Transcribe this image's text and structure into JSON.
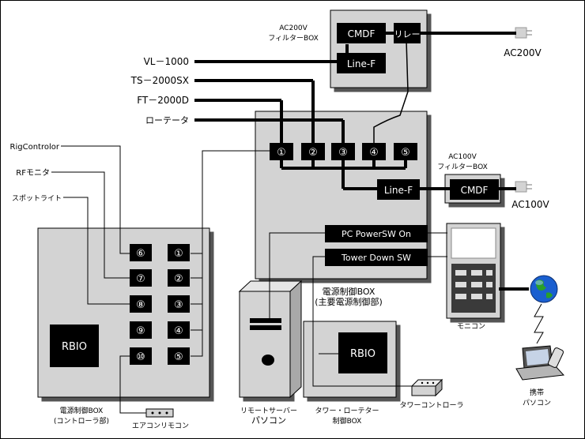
{
  "ac200_box": {
    "title_line1": "AC200V",
    "title_line2": "フィルターBOX",
    "cmdf": "CMDF",
    "relay": "リレー",
    "linef": "Line-F"
  },
  "ac200_plug_label": "AC200V",
  "inputs": [
    "VL－1000",
    "TS－2000SX",
    "FT－2000D",
    "ローテータ"
  ],
  "main_box": {
    "terminals": [
      "①",
      "②",
      "③",
      "④",
      "⑤"
    ],
    "linef": "Line-F",
    "pc_power": "PC PowerSW On",
    "tower_down": "Tower Down SW",
    "title_line1": "電源制御BOX",
    "title_line2": "(主要電源制御部)"
  },
  "ac100_box": {
    "title_line1": "AC100V",
    "title_line2": "フィルターBOX",
    "cmdf": "CMDF"
  },
  "ac100_plug_label": "AC100V",
  "controller": {
    "left_inputs": [
      "RigControlor",
      "RFモニタ",
      "スポットライト"
    ],
    "left_column": [
      "⑥",
      "⑦",
      "⑧",
      "⑨",
      "⑩"
    ],
    "right_column": [
      "①",
      "②",
      "③",
      "④",
      "⑤"
    ],
    "rbio": "RBIO",
    "title_line1": "電源制御BOX",
    "title_line2": "(コントローラ部)",
    "aircon_label": "エアコンリモコン"
  },
  "server": {
    "title_line1": "リモートサーバー",
    "title_line2": "パソコン"
  },
  "tower_box": {
    "rbio": "RBIO",
    "title_line1": "タワー・ローテター",
    "title_line2": "制御BOX",
    "controller_label": "タワーコントローラ"
  },
  "monitor": {
    "label": "モニコン"
  },
  "mobile": {
    "title_line1": "携帯",
    "title_line2": "パソコン"
  }
}
